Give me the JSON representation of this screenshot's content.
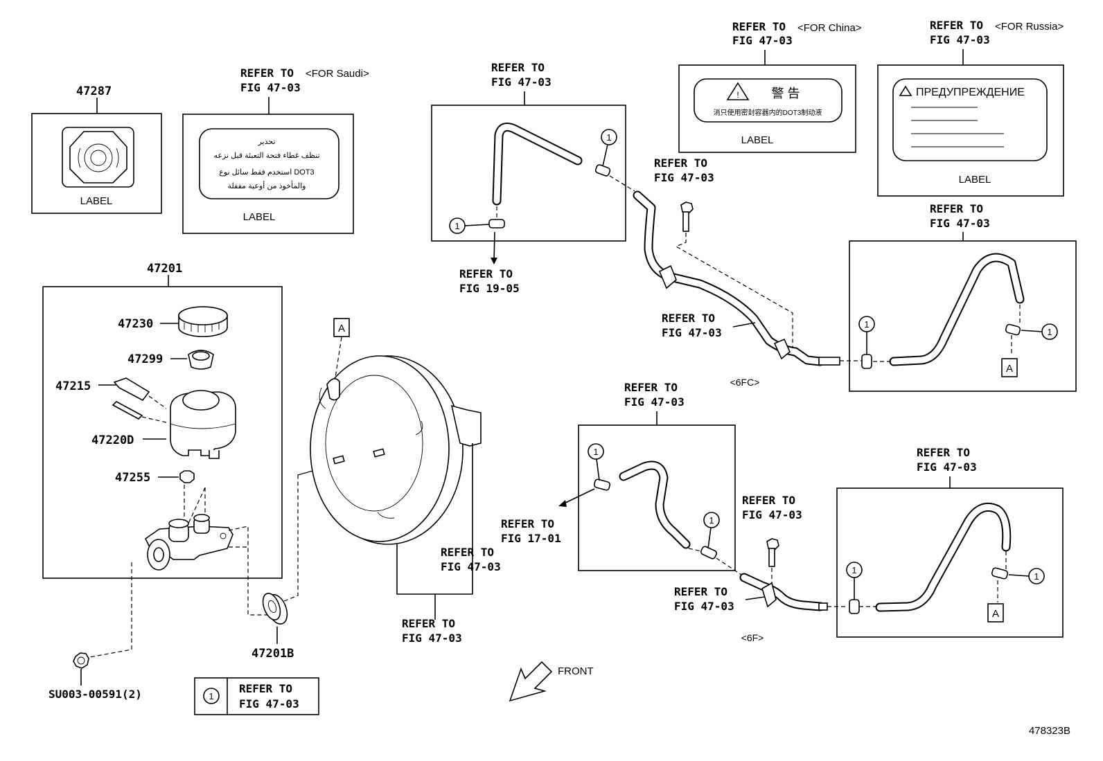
{
  "part_numbers": {
    "p47287": "47287",
    "p47201": "47201",
    "p47230": "47230",
    "p47299": "47299",
    "p47215": "47215",
    "p47220d": "47220D",
    "p47255": "47255",
    "p47201b": "47201B",
    "su003": "SU003-00591(2)"
  },
  "labels": {
    "label": "LABEL",
    "refer_to": "REFER TO",
    "fig_47_03": "FIG 47-03",
    "fig_19_05": "FIG 19-05",
    "fig_17_01": "FIG 17-01",
    "for_saudi": "<FOR Saudi>",
    "for_china": "<FOR China>",
    "for_russia": "<FOR Russia>",
    "variant_6fc": "<6FC>",
    "variant_6f": "<6F>",
    "front": "FRONT",
    "callout_a": "A",
    "callout_1": "1",
    "diagram_id": "478323B"
  },
  "china_label": {
    "warning": "警  告",
    "text": "消只使用密封容器内的DOT3制动液"
  },
  "russia_label": {
    "warning": "ПРЕДУПРЕЖДЕНИЕ"
  },
  "saudi_label": {
    "line1": "تحذير",
    "line2": "تنظف غطاء فتحة التعبئة قبل نزعه",
    "line3": "استخدم فقط سائل نوع DOT3",
    "line4": "والمأخوذ من أوعية مقفلة"
  }
}
